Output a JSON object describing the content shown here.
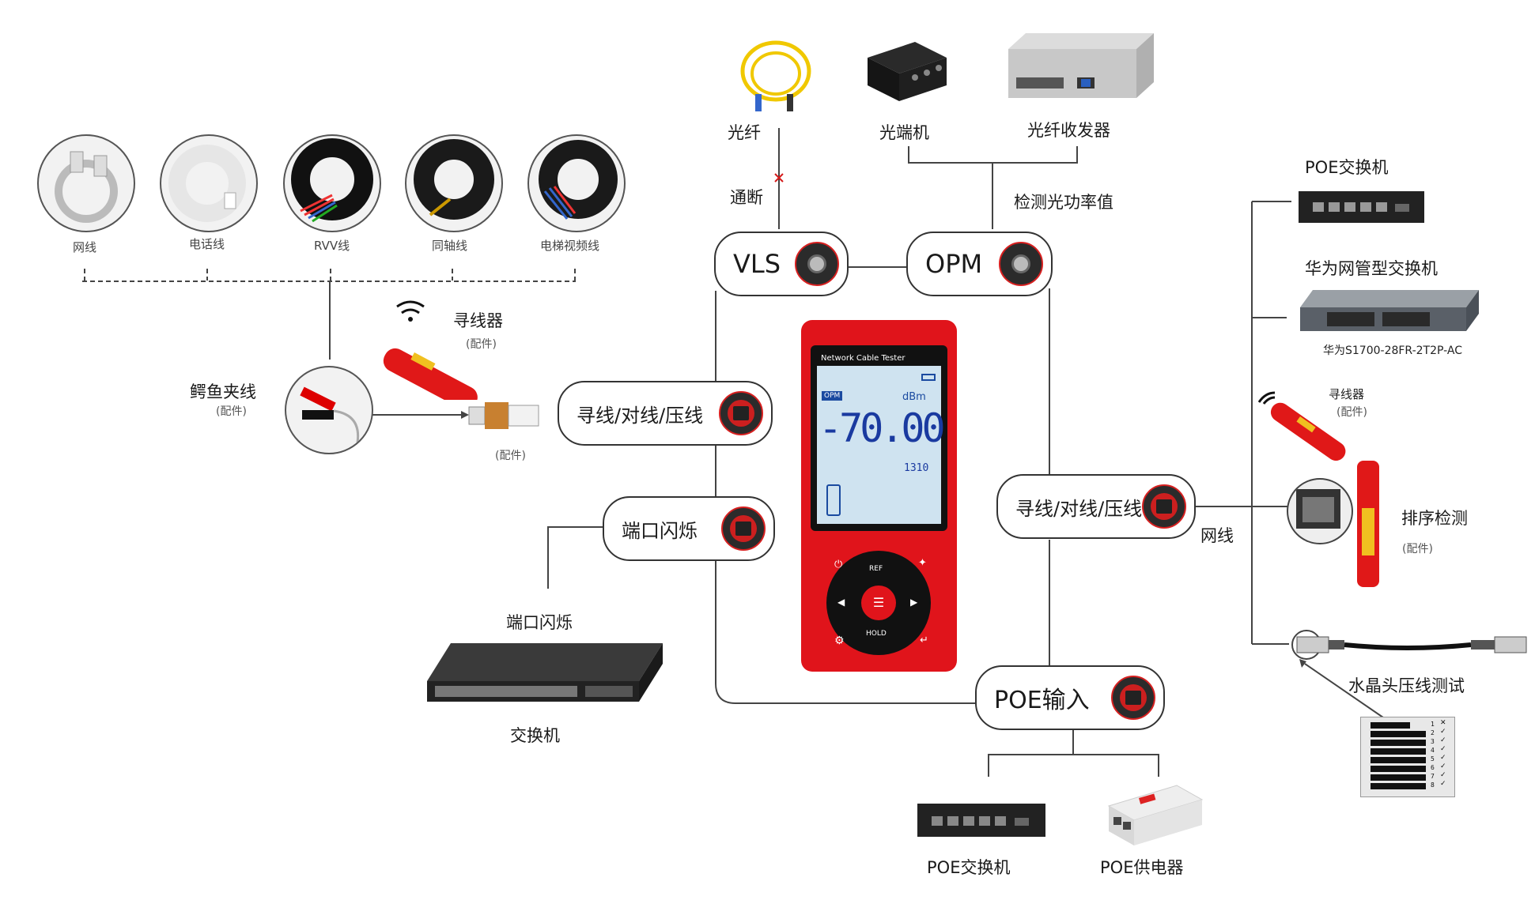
{
  "cables": {
    "items": [
      {
        "label": "网线"
      },
      {
        "label": "电话线"
      },
      {
        "label": "RVV线"
      },
      {
        "label": "同轴线"
      },
      {
        "label": "电梯视频线"
      }
    ]
  },
  "accessories": {
    "clip_label": "鳄鱼夹线",
    "clip_sub": "(配件)",
    "finder_label": "寻线器",
    "finder_sub": "(配件)",
    "adapter_sub": "(配件)"
  },
  "top": {
    "fiber_label": "光纤",
    "optical_terminal_label": "光端机",
    "transceiver_label": "光纤收发器",
    "continuity_label": "通断",
    "power_label": "检测光功率值"
  },
  "pills": {
    "vls": "VLS",
    "opm": "OPM",
    "trace_left": "寻线/对线/压线",
    "port_flash": "端口闪烁",
    "trace_right": "寻线/对线/压线",
    "poe_input": "POE输入"
  },
  "device": {
    "screen_title": "Network Cable Tester",
    "mode_badge": "OPM",
    "unit": "dBm",
    "reading": "-70.00",
    "wavelength": "1310",
    "ref_label": "REF",
    "hold_label": "HOLD"
  },
  "left_bottom": {
    "port_flash_label": "端口闪烁",
    "switch_label": "交换机"
  },
  "bottom": {
    "poe_switch_label": "POE交换机",
    "poe_injector_label": "POE供电器"
  },
  "right": {
    "poe_switch_label": "POE交换机",
    "huawei_label": "华为网管型交换机",
    "huawei_model": "华为S1700-28FR-2T2P-AC",
    "finder_label": "寻线器",
    "finder_sub": "(配件)",
    "network_label": "网线",
    "sequence_label": "排序检测",
    "sequence_sub": "(配件)",
    "crimp_label": "水晶头压线测试",
    "wire_numbers": [
      "1",
      "2",
      "3",
      "4",
      "5",
      "6",
      "7",
      "8"
    ]
  },
  "colors": {
    "device_red": "#e0141b",
    "screen_blue": "#cfe3f0",
    "line": "#333333"
  }
}
